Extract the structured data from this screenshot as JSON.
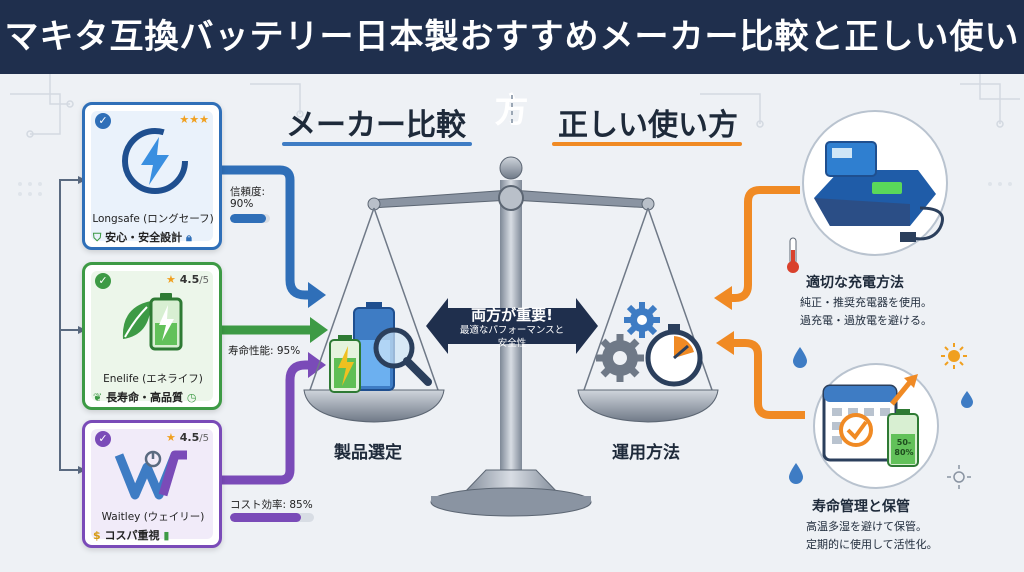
{
  "title": "マキタ互換バッテリー日本製おすすめメーカー比較と正しい使い方",
  "left_heading": "メーカー比較",
  "right_heading": "正しい使い方",
  "left_pan_label": "製品選定",
  "right_pan_label": "運用方法",
  "center": {
    "title": "両方が重要!",
    "line1": "最適なパフォーマンスと",
    "line2": "安全性"
  },
  "makers": [
    {
      "name": "Longsafe (ロングセーフ)",
      "rating": "★★★",
      "rating_sub": "",
      "tag": "安心・安全設計",
      "metric": "信頼度:",
      "metric2": "90%",
      "value": 0.9,
      "color": "#2f6fb8"
    },
    {
      "name": "Enelife (エネライフ)",
      "rating": "4.5",
      "rating_sub": "/5",
      "tag": "長寿命・高品質",
      "metric": "寿命性能: 95%",
      "metric2": "",
      "value": 0.95,
      "color": "#3d9a45"
    },
    {
      "name": "Waitley (ウェイリー)",
      "rating": "4.5",
      "rating_sub": "/5",
      "tag": "コスパ重視",
      "metric": "コスト効率: 85%",
      "metric2": "",
      "value": 0.85,
      "color": "#7a4bb8"
    }
  ],
  "right_items": [
    {
      "title": "適切な充電方法",
      "line1": "純正・推奨充電器を使用。",
      "line2": "過充電・過放電を避ける。"
    },
    {
      "title": "寿命管理と保管",
      "line1": "高温多湿を避けて保管。",
      "line2": "定期的に使用して活性化。"
    }
  ],
  "battery_level_text": "50-80%",
  "colors": {
    "title_bg": "#1f2f4d",
    "blue": "#2f6fb8",
    "green": "#3d9a45",
    "purple": "#7a4bb8",
    "orange": "#f08a24"
  },
  "icons": [
    "lightning-icon",
    "leaf-battery-icon",
    "waitley-logo-icon",
    "magnifier-icon",
    "gear-icon",
    "stopwatch-icon",
    "charger-icon",
    "calendar-icon",
    "thermometer-icon",
    "sun-icon",
    "droplet-icon"
  ]
}
